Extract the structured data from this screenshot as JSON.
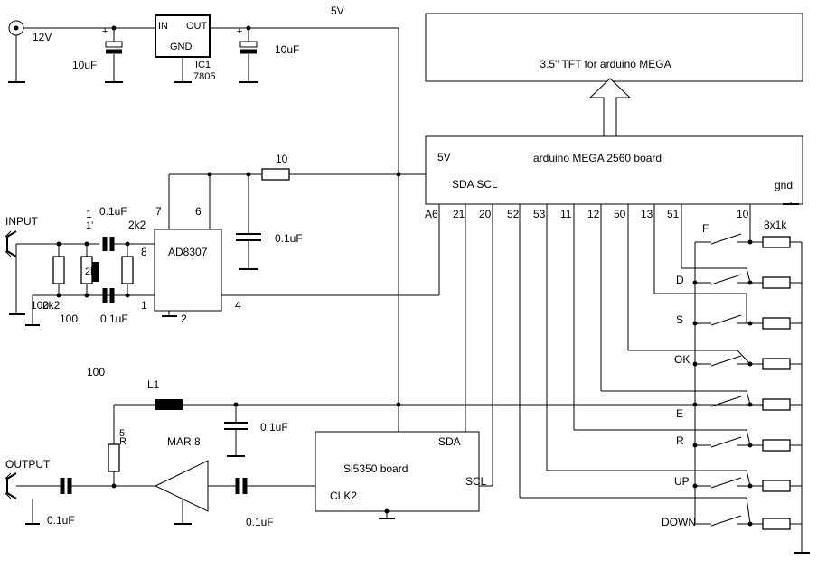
{
  "supply": {
    "input_voltage": "12V",
    "rail_label": "5V",
    "cap_in": "10uF",
    "cap_out": "10uF",
    "regulator": {
      "in": "IN",
      "out": "OUT",
      "gnd": "GND",
      "ref": "IC1",
      "part": "7805"
    }
  },
  "tft": {
    "label": "3.5\" TFT for arduino MEGA"
  },
  "arduino": {
    "title": "arduino MEGA 2560 board",
    "pin_5v": "5V",
    "pin_sda_scl": "SDA SCL",
    "pin_gnd": "gnd",
    "pins": [
      "A6",
      "21",
      "20",
      "52",
      "53",
      "11",
      "12",
      "50",
      "13",
      "51",
      "10"
    ]
  },
  "detector": {
    "chip": "AD8307",
    "pins": {
      "p7": "7",
      "p6": "6",
      "p8": "8",
      "p1": "1",
      "p2": "2",
      "p4": "4"
    },
    "r_series": "10",
    "c_rail": "0.1uF",
    "input_label": "INPUT",
    "c_top": "0.1uF",
    "c_bottom": "0.1uF",
    "r_2k2_a": "2k2",
    "r_2k2_b": "2k2",
    "r_100_a": "100",
    "r_100_b": "100",
    "r_100_c": "100",
    "pin1_label": "1",
    "frag_a": "1'",
    "frag_b": "2k"
  },
  "output_stage": {
    "inductor": "L1",
    "c_decouple": "0.1uF",
    "amp": "MAR 8",
    "r_bias_a": "5",
    "r_bias_b": "R",
    "output_label": "OUTPUT",
    "c_out": "0.1uF",
    "c_couple": "0.1uF"
  },
  "si5350": {
    "title": "Si5350 board",
    "sda": "SDA",
    "scl": "SCL",
    "clk": "CLK2"
  },
  "buttons": {
    "resistor_label": "8x1k",
    "labels": [
      "F",
      "D",
      "S",
      "OK",
      "E",
      "R",
      "UP",
      "DOWN"
    ]
  }
}
